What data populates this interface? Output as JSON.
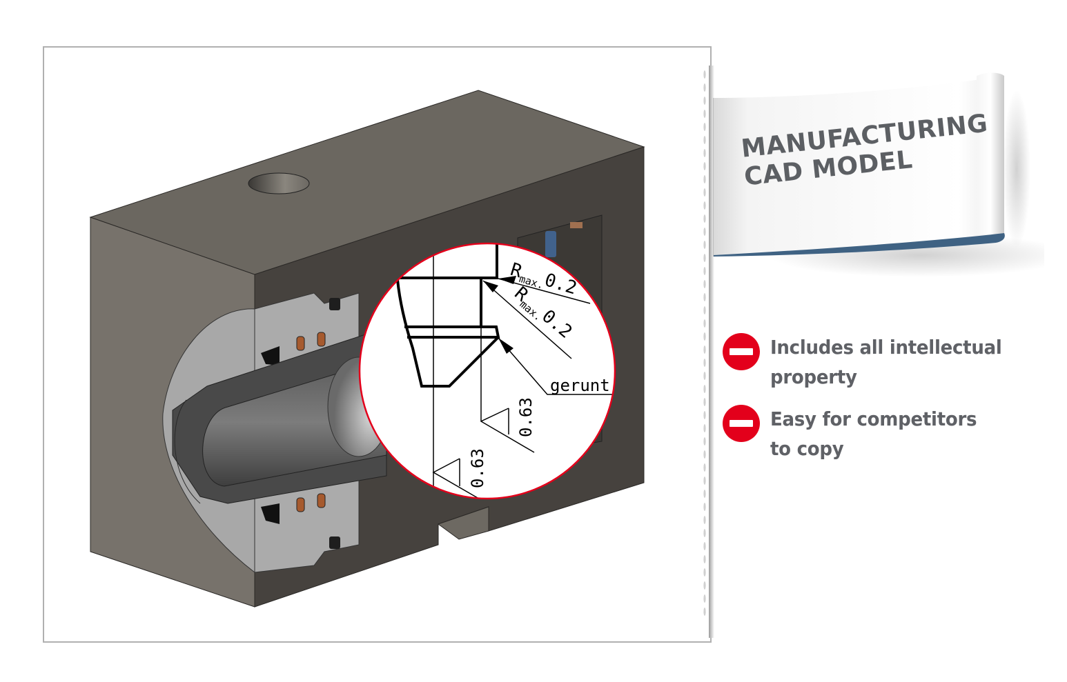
{
  "banner": {
    "title_line1": "MANUFACTURING",
    "title_line2": "CAD MODEL",
    "ribbon_underside_color": "#3f6283",
    "text_color": "#5c5f63"
  },
  "drawbacks": [
    {
      "icon": "no-entry-icon",
      "text": "Includes all intellectual property"
    },
    {
      "icon": "no-entry-icon",
      "text": "Easy for competitors to copy"
    }
  ],
  "drawbacks_lines": [
    [
      "Includes all intellectual",
      "property"
    ],
    [
      "Easy for competitors",
      "to copy"
    ]
  ],
  "colors": {
    "accent_red": "#e3001b",
    "frame_border": "#b0b0b0",
    "body_metal_top": "#6b6760",
    "body_metal_front": "#77726b",
    "body_cut_face": "#46423e",
    "seal_copper": "#a65a2e",
    "seal_blue": "#41628c"
  },
  "detail_callout": {
    "annotations": {
      "roughness_1": "Rmax.0.2",
      "roughness_2": "Rmax.0.2",
      "note": "gerunt",
      "surface_1": "0.63",
      "surface_2": "0.63"
    },
    "r_label": "R",
    "sub_label": "max.",
    "value_label": "0.2",
    "note_label": "gerunt",
    "surface_value": "0.63"
  }
}
